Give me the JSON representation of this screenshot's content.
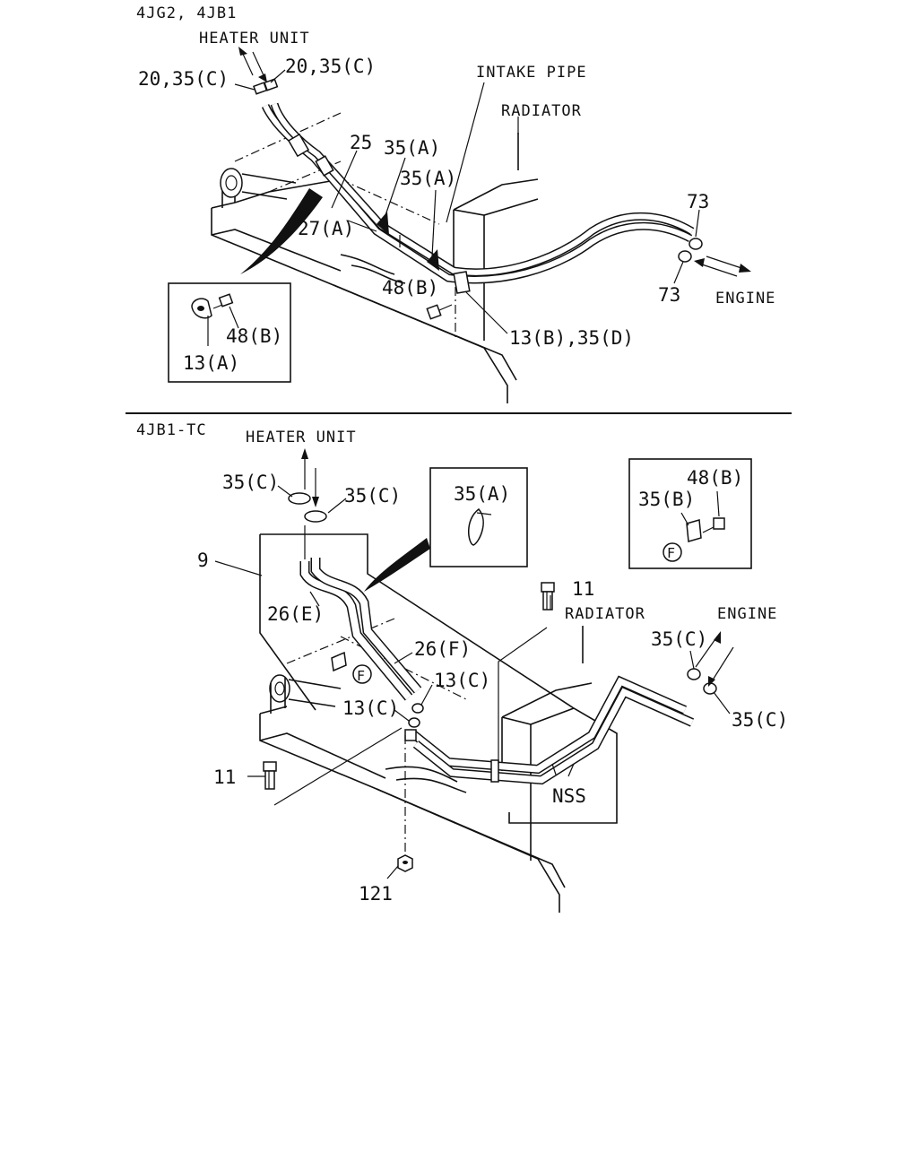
{
  "upper": {
    "section_title": "4JG2, 4JB1",
    "heater_unit": "HEATER UNIT",
    "intake_pipe": "INTAKE PIPE",
    "radiator": "RADIATOR",
    "engine": "ENGINE",
    "parts": {
      "p20_35c_left": "20,35(C)",
      "p20_35c_right": "20,35(C)",
      "p25": "25",
      "p35a_1": "35(A)",
      "p35a_2": "35(A)",
      "p27a": "27(A)",
      "p48b": "48(B)",
      "p13b_35d": "13(B),35(D)",
      "p73_top": "73",
      "p73_bottom": "73"
    },
    "inset": {
      "p48b": "48(B)",
      "p13a": "13(A)"
    }
  },
  "lower": {
    "section_title": "4JB1-TC",
    "heater_unit": "HEATER UNIT",
    "radiator": "RADIATOR",
    "engine": "ENGINE",
    "parts": {
      "p35c_a": "35(C)",
      "p35c_b": "35(C)",
      "p9": "9",
      "p26e": "26(E)",
      "p26f": "26(F)",
      "p13c_a": "13(C)",
      "p13c_b": "13(C)",
      "p11_top": "11",
      "p11_left": "11",
      "p35c_c": "35(C)",
      "p35c_d": "35(C)",
      "nss": "NSS",
      "p121": "121",
      "f_mark": "F"
    },
    "inset_clip": {
      "p35a": "35(A)"
    },
    "inset_bracket": {
      "p48b": "48(B)",
      "p35b": "35(B)",
      "f_mark": "F"
    }
  }
}
